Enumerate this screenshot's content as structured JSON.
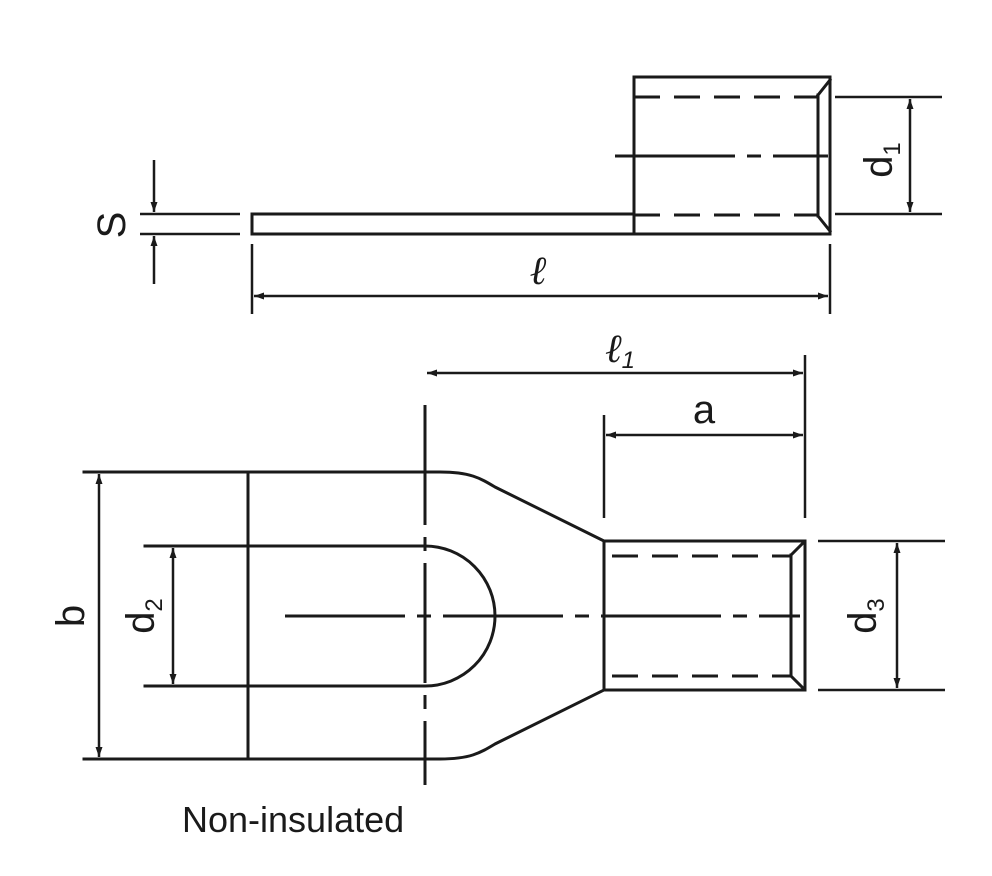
{
  "labels": {
    "s": "S",
    "d1": "d",
    "d1_sub": "1",
    "l": "ℓ",
    "l1": "ℓ",
    "l1_sub": "1",
    "a": "a",
    "b": "b",
    "d2": "d",
    "d2_sub": "2",
    "d3": "d",
    "d3_sub": "3"
  },
  "caption": "Non-insulated"
}
